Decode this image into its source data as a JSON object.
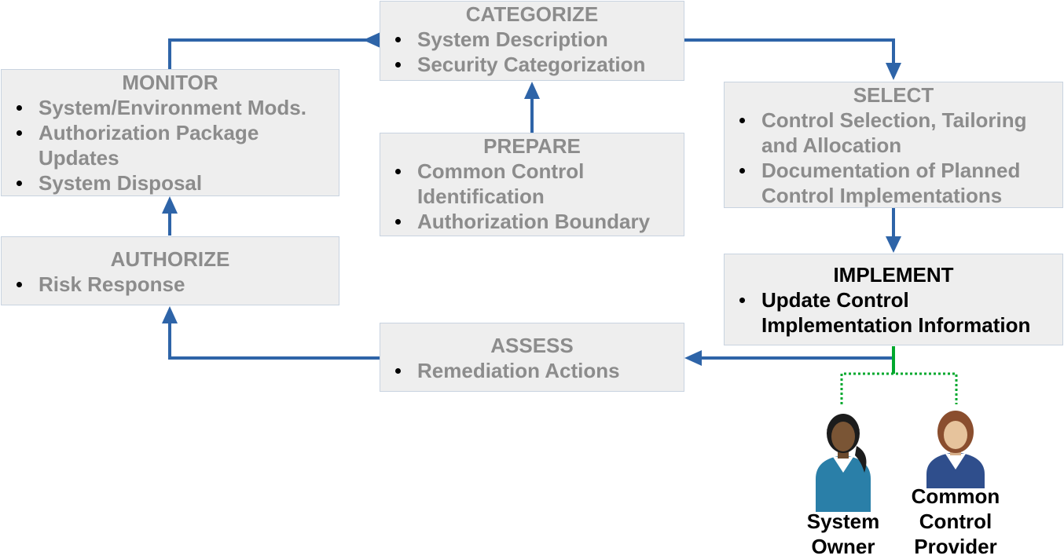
{
  "steps": {
    "categorize": {
      "title": "CATEGORIZE",
      "items": [
        "System Description",
        "Security Categorization"
      ]
    },
    "monitor": {
      "title": "MONITOR",
      "items": [
        "System/Environment Mods.",
        "Authorization Package Updates",
        "System Disposal"
      ]
    },
    "prepare": {
      "title": "PREPARE",
      "items": [
        "Common Control Identification",
        "Authorization Boundary"
      ]
    },
    "select": {
      "title": "SELECT",
      "items": [
        "Control Selection, Tailoring and Allocation",
        "Documentation of Planned Control Implementations"
      ]
    },
    "authorize": {
      "title": "AUTHORIZE",
      "items": [
        "Risk Response"
      ]
    },
    "implement": {
      "title": "IMPLEMENT",
      "items": [
        "Update Control Implementation Information"
      ]
    },
    "assess": {
      "title": "ASSESS",
      "items": [
        "Remediation Actions"
      ]
    }
  },
  "roles": {
    "system_owner": {
      "line1": "System",
      "line2": "Owner"
    },
    "common_control_provider": {
      "line1": "Common",
      "line2": "Control",
      "line3": "Provider"
    }
  },
  "colors": {
    "arrow": "#2e64a8",
    "connector": "#00a82d",
    "box_fill": "#eeeeee",
    "box_border": "#c8d3e0",
    "muted_text": "#8c8c8c",
    "active_text": "#000000"
  },
  "icons": [
    "system-owner-person-icon",
    "common-control-provider-person-icon"
  ]
}
